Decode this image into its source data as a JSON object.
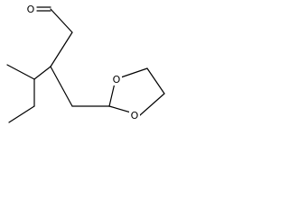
{
  "molecule": {
    "atoms": {
      "aldehyde_oxygen": "O",
      "ring_oxygen_top": "O",
      "ring_oxygen_bottom": "O"
    }
  }
}
